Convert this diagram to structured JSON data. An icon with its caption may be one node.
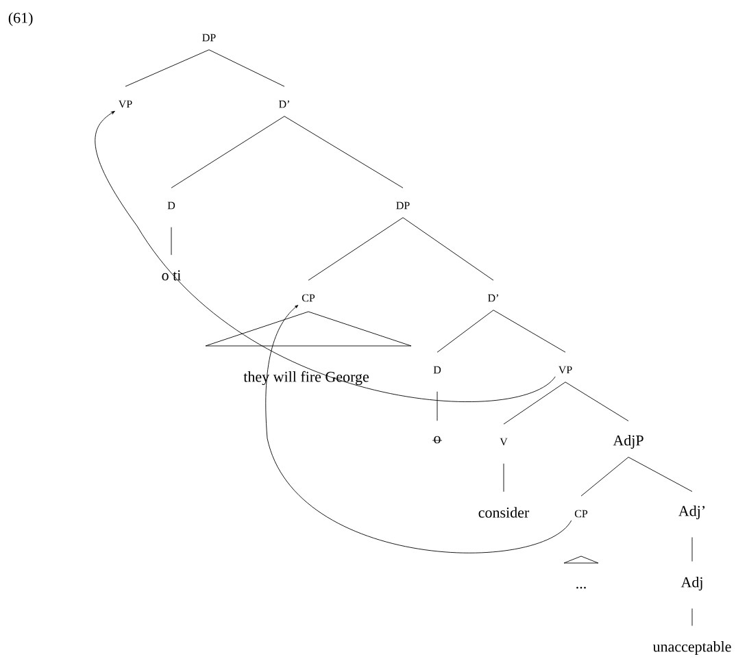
{
  "diagram": {
    "nodes": [
      {
        "text": [
          "DP"
        ]
      },
      {
        "text": [
          "VP"
        ]
      },
      {
        "text": [
          "D’"
        ]
      },
      {
        "text": [
          "D"
        ]
      },
      {
        "text": [
          "o ti"
        ]
      },
      {
        "text": [
          "DP"
        ]
      },
      {
        "text": [
          "CP"
        ]
      },
      {
        "text": [
          "they will fire George"
        ]
      },
      {
        "text": [
          "D’"
        ]
      },
      {
        "text": [
          "D"
        ]
      },
      {
        "text": [
          "o"
        ]
      },
      {
        "text": [
          "VP"
        ]
      },
      {
        "text": [
          "V"
        ]
      },
      {
        "text": [
          "AdjP"
        ]
      },
      {
        "text": [
          "consider"
        ]
      },
      {
        "text": [
          "CP"
        ]
      },
      {
        "text": [
          "Adj’"
        ]
      },
      {
        "text": [
          "..."
        ]
      },
      {
        "text": [
          "Adj"
        ]
      },
      {
        "text": [
          "unacceptable"
        ]
      }
    ],
    "edges": [
      {
        "from": 0,
        "to": 1,
        "arrow": "none"
      },
      {
        "from": 0,
        "to": 2,
        "arrow": "none"
      },
      {
        "from": 2,
        "to": 3,
        "arrow": "none"
      },
      {
        "from": 2,
        "to": 5,
        "arrow": "none"
      },
      {
        "from": 3,
        "to": 4,
        "arrow": "none"
      },
      {
        "from": 5,
        "to": 6,
        "arrow": "none"
      },
      {
        "from": 5,
        "to": 8,
        "arrow": "none"
      },
      {
        "from": 6,
        "to": 7,
        "arrow": "none"
      },
      {
        "from": 8,
        "to": 9,
        "arrow": "none"
      },
      {
        "from": 8,
        "to": 11,
        "arrow": "none"
      },
      {
        "from": 9,
        "to": 10,
        "arrow": "none"
      },
      {
        "from": 11,
        "to": 12,
        "arrow": "none"
      },
      {
        "from": 11,
        "to": 13,
        "arrow": "none"
      },
      {
        "from": 12,
        "to": 14,
        "arrow": "none"
      },
      {
        "from": 13,
        "to": 15,
        "arrow": "none"
      },
      {
        "from": 13,
        "to": 16,
        "arrow": "none"
      },
      {
        "from": 15,
        "to": 17,
        "arrow": "none"
      },
      {
        "from": 16,
        "to": 18,
        "arrow": "none"
      },
      {
        "from": 18,
        "to": 19,
        "arrow": "none"
      },
      {
        "from": 11,
        "to": 1,
        "arrow": "to"
      },
      {
        "from": 15,
        "to": 6,
        "arrow": "to"
      }
    ],
    "labels": [
      "(61)"
    ]
  }
}
